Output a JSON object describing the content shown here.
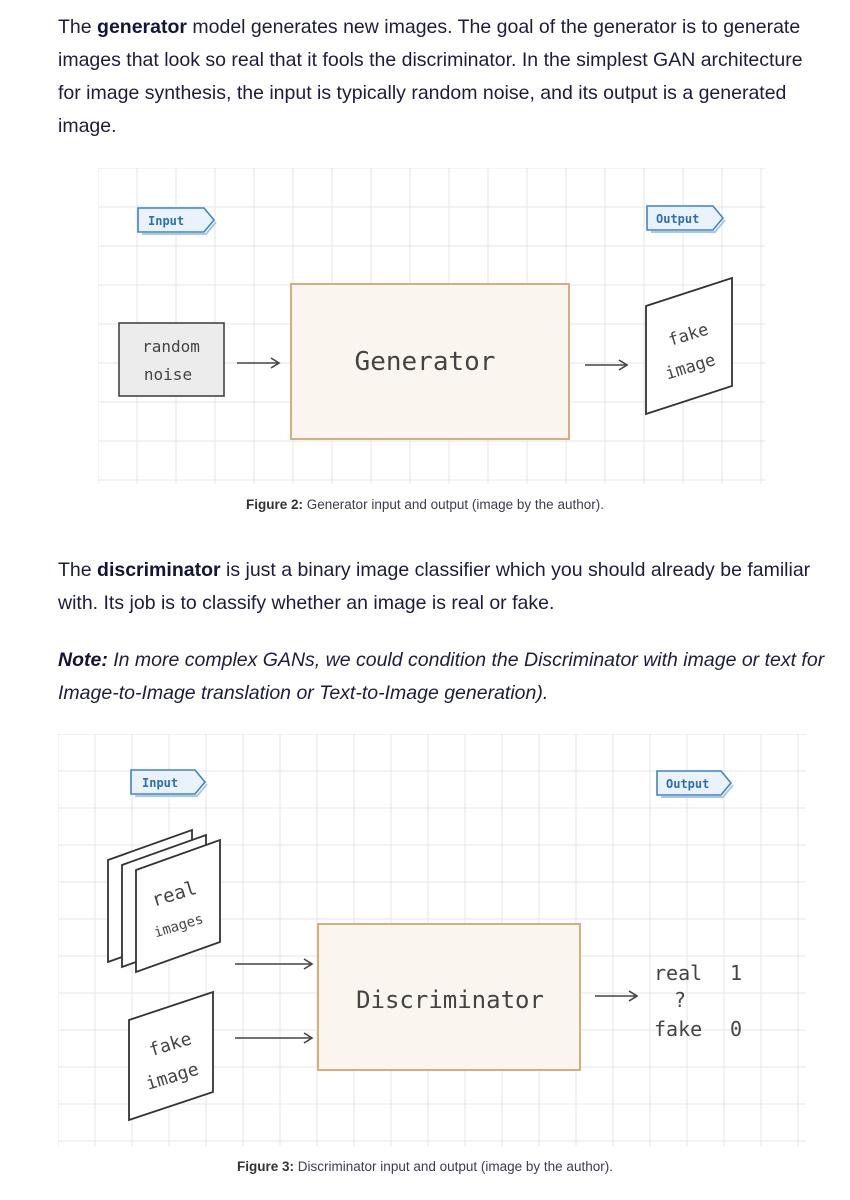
{
  "para1": {
    "pre": "The ",
    "bold": "generator",
    "post": " model generates new images. The goal of the generator is to generate images that look so real that it fools the discriminator. In the simplest GAN architecture for image synthesis, the input is typically random noise, and its output is a generated image."
  },
  "figure2": {
    "input_tag": "Input",
    "output_tag": "Output",
    "noise_line1": "random",
    "noise_line2": "noise",
    "box_label": "Generator",
    "out_line1": "fake",
    "out_line2": "image",
    "caption_bold": "Figure 2:",
    "caption_text": " Generator input and output (image by the author)."
  },
  "para2": {
    "pre": "The ",
    "bold": "discriminator",
    "post": " is just a binary image classifier which you should already be familiar with. Its job is to classify whether an image is real or fake."
  },
  "note": {
    "bold": "Note:",
    "text": " In more complex GANs, we could condition the Discriminator with image or text for Image-to-Image translation or Text-to-Image generation)."
  },
  "figure3": {
    "input_tag": "Input",
    "output_tag": "Output",
    "real_line1": "real",
    "real_line2": "images",
    "fake_line1": "fake",
    "fake_line2": "image",
    "box_label": "Discriminator",
    "out_real": "real",
    "out_real_val": "1",
    "out_question": "?",
    "out_fake": "fake",
    "out_fake_val": "0",
    "caption_bold": "Figure 3:",
    "caption_text": " Discriminator input and output (image by the author)."
  },
  "colors": {
    "grid": "#e4e4e4",
    "box_fill": "#faf5ef",
    "box_stroke": "#d8ad7e",
    "tag_stroke": "#3f83c9",
    "tag_fill": "#eaf3fc",
    "ink": "#444444"
  }
}
